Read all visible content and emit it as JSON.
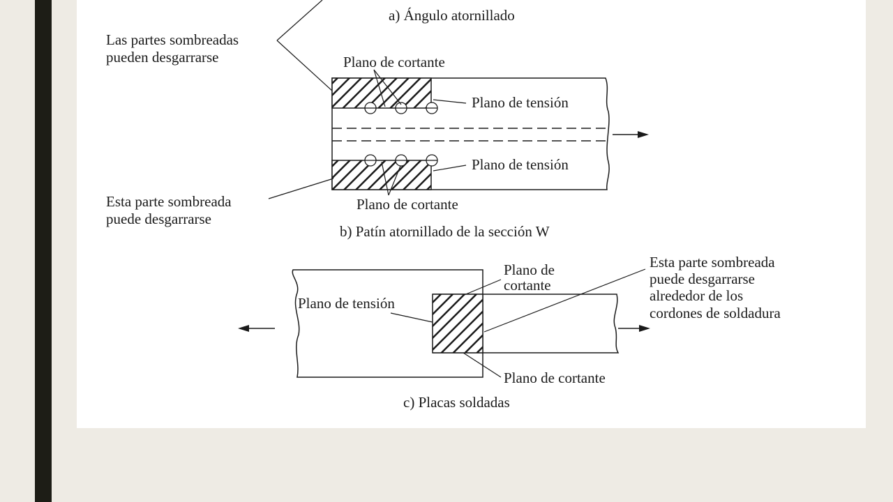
{
  "figure": {
    "caption_a": "a) Ángulo atornillado",
    "caption_b": "b) Patín atornillado de la sección W",
    "caption_c": "c) Placas soldadas",
    "labels_b": {
      "shaded_plural_line1": "Las partes sombreadas",
      "shaded_plural_line2": "pueden desgarrarse",
      "shear_plane_top": "Plano de cortante",
      "tension_plane_top": "Plano de tensión",
      "tension_plane_bottom": "Plano de tensión",
      "shear_plane_bottom": "Plano de cortante",
      "shaded_single_line1": "Esta parte sombreada",
      "shaded_single_line2": "puede desgarrarse"
    },
    "labels_c": {
      "shear_plane_top_line1": "Plano de",
      "shear_plane_top_line2": "cortante",
      "tension_plane": "Plano de tensión",
      "shaded_line1": "Esta parte sombreada",
      "shaded_line2": "puede desgarrarse",
      "shaded_line3": "alrededor de los",
      "shaded_line4": "cordones de soldadura",
      "shear_plane_bottom": "Plano de cortante"
    }
  }
}
